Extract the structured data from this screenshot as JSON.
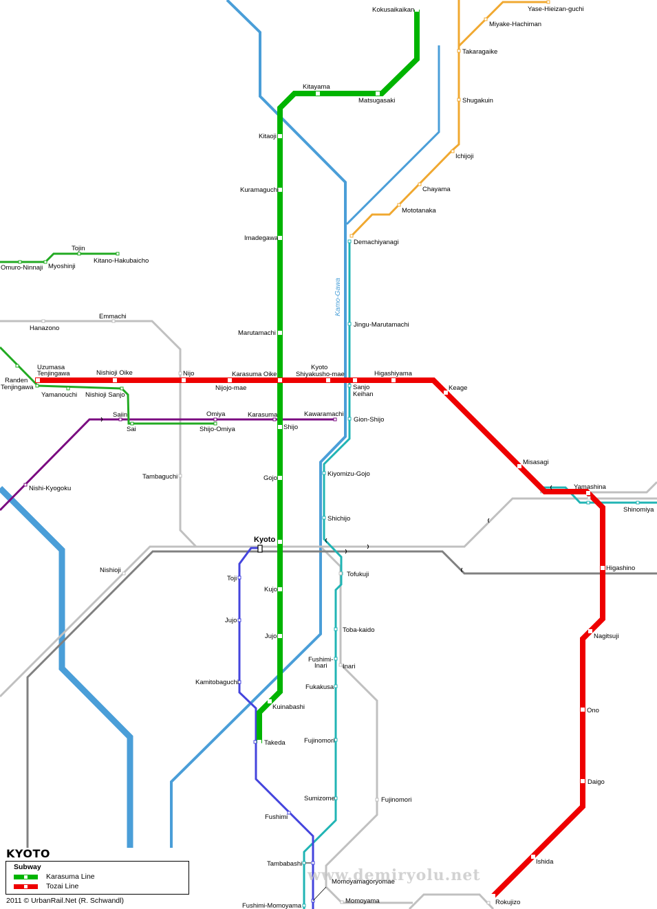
{
  "map": {
    "title": "KYOTO",
    "legend": {
      "heading": "Subway",
      "items": [
        {
          "label": "Karasuma Line",
          "color": "#00b400"
        },
        {
          "label": "Tozai Line",
          "color": "#ee0000"
        }
      ]
    },
    "credit": "2011 © UrbanRail.Net (R. Schwandl)",
    "watermark": "www.demiryolu.net",
    "river_label": "Kamo-Gawa",
    "colors": {
      "karasuma": "#00b400",
      "tozai": "#ee0000",
      "eizan": "#f0a830",
      "keihan": "#20b4b4",
      "kintetsu": "#4444dd",
      "hankyu": "#7a0a80",
      "randen": "#22aa22",
      "jr": "#c0c0c0",
      "jr_shinkansen": "#808080",
      "river": "#4a9ed8"
    },
    "stations": {
      "karasuma": [
        "Kokusaikaikan",
        "Matsugasaki",
        "Kitayama",
        "Kitaoji",
        "Kuramaguchi",
        "Imadegawa",
        "Marutamachi",
        "Karasuma Oike",
        "Shijo",
        "Gojo",
        "Kyoto",
        "Kujo",
        "Jujo",
        "Kuinabashi",
        "Takeda"
      ],
      "tozai": [
        "Uzumasa Tenjingawa",
        "Nishioji Oike",
        "Nijo",
        "Nijojo-mae",
        "Karasuma Oike",
        "Kyoto Shiyakusho-mae",
        "Sanjo Keihan",
        "Higashiyama",
        "Keage",
        "Misasagi",
        "Yamashina",
        "Higashino",
        "Nagitsuji",
        "Ono",
        "Daigo",
        "Ishida",
        "Rokujizo"
      ],
      "eizan": [
        "Yase-Hieizan-guchi",
        "Miyake-Hachiman",
        "Takaragaike",
        "Shugakuin",
        "Ichijoji",
        "Chayama",
        "Mototanaka",
        "Demachiyanagi"
      ],
      "keihan": [
        "Demachiyanagi",
        "Jingu-Marutamachi",
        "Sanjo",
        "Keihan",
        "Gion-Shijo",
        "Kiyomizu-Gojo",
        "Shichijo",
        "Tofukuji",
        "Toba-kaido",
        "Fushimi-Inari",
        "Fukakusa",
        "Fujinomori",
        "Sumizome",
        "Tambabashi",
        "Fushimi-Momoyama",
        "Shinomiya"
      ],
      "kintetsu": [
        "Kyoto",
        "Toji",
        "Jujo",
        "Kamitobaguchi",
        "Takeda",
        "Fushimi",
        "Tambabashi",
        "Momoyamagoryomae"
      ],
      "hankyu": [
        "Kawaramachi",
        "Karasuma",
        "Omiya",
        "Saiin",
        "Nishi-Kyogoku"
      ],
      "randen": [
        "Kitano-Hakubaicho",
        "Tojin",
        "Myoshinji",
        "Omuro-Ninnaji",
        "Randen Tenjingawa",
        "Yamanouchi",
        "Nishioji Sanjo",
        "Sai",
        "Shijo-Omiya"
      ],
      "jr": [
        "Emmachi",
        "Hanazono",
        "Nijo",
        "Tambaguchi",
        "Nishioji",
        "Kyoto",
        "Tofukuji",
        "Inari",
        "Fujinomori",
        "Momoyama",
        "Rokujizo",
        "Yamashina"
      ]
    },
    "labels": [
      {
        "id": "kokusaikaikan",
        "text": "Kokusaikaikan"
      },
      {
        "id": "kitayama",
        "text": "Kitayama"
      },
      {
        "id": "matsugasaki",
        "text": "Matsugasaki"
      },
      {
        "id": "kitaoji",
        "text": "Kitaoji"
      },
      {
        "id": "kuramaguchi",
        "text": "Kuramaguchi"
      },
      {
        "id": "imadegawa",
        "text": "Imadegawa"
      },
      {
        "id": "marutamachi",
        "text": "Marutamachi"
      },
      {
        "id": "karasuma_oike",
        "text": "Karasuma  Oike"
      },
      {
        "id": "shijo",
        "text": "Shijo"
      },
      {
        "id": "gojo",
        "text": "Gojo"
      },
      {
        "id": "kyoto",
        "text": "Kyoto"
      },
      {
        "id": "kujo",
        "text": "Kujo"
      },
      {
        "id": "jujo_k",
        "text": "Jujo"
      },
      {
        "id": "kuinabashi",
        "text": "Kuinabashi"
      },
      {
        "id": "takeda",
        "text": "Takeda"
      },
      {
        "id": "yase",
        "text": "Yase-Hieizan-guchi"
      },
      {
        "id": "miyake",
        "text": "Miyake-Hachiman"
      },
      {
        "id": "takaragaike",
        "text": "Takaragaike"
      },
      {
        "id": "shugakuin",
        "text": "Shugakuin"
      },
      {
        "id": "ichijoji",
        "text": "Ichijoji"
      },
      {
        "id": "chayama",
        "text": "Chayama"
      },
      {
        "id": "mototanaka",
        "text": "Mototanaka"
      },
      {
        "id": "demachiyanagi",
        "text": "Demachiyanagi"
      },
      {
        "id": "jingu",
        "text": "Jingu-Marutamachi"
      },
      {
        "id": "tojin",
        "text": "Tojin"
      },
      {
        "id": "kitano",
        "text": "Kitano-Hakubaicho"
      },
      {
        "id": "omuro",
        "text": "Omuro-Ninnaji"
      },
      {
        "id": "myoshinji",
        "text": "Myoshinji"
      },
      {
        "id": "emmachi",
        "text": "Emmachi"
      },
      {
        "id": "hanazono",
        "text": "Hanazono"
      },
      {
        "id": "uzumasa1",
        "text": "Uzumasa"
      },
      {
        "id": "uzumasa2",
        "text": "Tenjingawa"
      },
      {
        "id": "randen1",
        "text": "Randen"
      },
      {
        "id": "randen2",
        "text": "Tenjingawa"
      },
      {
        "id": "nishioji_oike",
        "text": "Nishioji  Oike"
      },
      {
        "id": "nijo",
        "text": "Nijo"
      },
      {
        "id": "nijojo",
        "text": "Nijojo-mae"
      },
      {
        "id": "shiyakusho1",
        "text": "Kyoto"
      },
      {
        "id": "shiyakusho2",
        "text": "Shiyakusho-mae"
      },
      {
        "id": "higashiyama",
        "text": "Higashiyama"
      },
      {
        "id": "sanjo",
        "text": "Sanjo"
      },
      {
        "id": "keihan",
        "text": "Keihan"
      },
      {
        "id": "keage",
        "text": "Keage"
      },
      {
        "id": "yamanouchi",
        "text": "Yamanouchi"
      },
      {
        "id": "nishioji_sanjo",
        "text": "Nishioji  Sanjo"
      },
      {
        "id": "saiin",
        "text": "Saiin"
      },
      {
        "id": "sai",
        "text": "Sai"
      },
      {
        "id": "omiya",
        "text": "Omiya"
      },
      {
        "id": "shijo_omiya",
        "text": "Shijo-Omiya"
      },
      {
        "id": "karasuma",
        "text": "Karasuma"
      },
      {
        "id": "kawaramachi",
        "text": "Kawaramachi"
      },
      {
        "id": "gion",
        "text": "Gion-Shijo"
      },
      {
        "id": "misasagi",
        "text": "Misasagi"
      },
      {
        "id": "yamashina",
        "text": "Yamashina"
      },
      {
        "id": "shinomiya",
        "text": "Shinomiya"
      },
      {
        "id": "tambaguchi",
        "text": "Tambaguchi"
      },
      {
        "id": "nishikyogoku",
        "text": "Nishi-Kyogoku"
      },
      {
        "id": "kiyomizu",
        "text": "Kiyomizu-Gojo"
      },
      {
        "id": "shichijo",
        "text": "Shichijo"
      },
      {
        "id": "nishioji",
        "text": "Nishioji"
      },
      {
        "id": "higashino",
        "text": "Higashino"
      },
      {
        "id": "toji",
        "text": "Toji"
      },
      {
        "id": "tofukuji",
        "text": "Tofukuji"
      },
      {
        "id": "jujo_kt",
        "text": "Jujo"
      },
      {
        "id": "tobakaido",
        "text": "Toba-kaido"
      },
      {
        "id": "nagitsuji",
        "text": "Nagitsuji"
      },
      {
        "id": "fushimiinari1",
        "text": "Fushimi-"
      },
      {
        "id": "fushimiinari2",
        "text": "Inari"
      },
      {
        "id": "inari",
        "text": "Inari"
      },
      {
        "id": "kamitobaguchi",
        "text": "Kamitobaguchi"
      },
      {
        "id": "fukakusa",
        "text": "Fukakusa"
      },
      {
        "id": "ono",
        "text": "Ono"
      },
      {
        "id": "fujinomori_k",
        "text": "Fujinomori"
      },
      {
        "id": "daigo",
        "text": "Daigo"
      },
      {
        "id": "sumizome",
        "text": "Sumizome"
      },
      {
        "id": "fujinomori_jr",
        "text": "Fujinomori"
      },
      {
        "id": "fushimi",
        "text": "Fushimi"
      },
      {
        "id": "ishida",
        "text": "Ishida"
      },
      {
        "id": "tambabashi",
        "text": "Tambabashi"
      },
      {
        "id": "momoyamagoryomae",
        "text": "Momoyamagoryomae"
      },
      {
        "id": "momoyama",
        "text": "Momoyama"
      },
      {
        "id": "rokujizo",
        "text": "Rokujizo"
      },
      {
        "id": "fushimimomoyama",
        "text": "Fushimi-Momoyama"
      }
    ]
  }
}
